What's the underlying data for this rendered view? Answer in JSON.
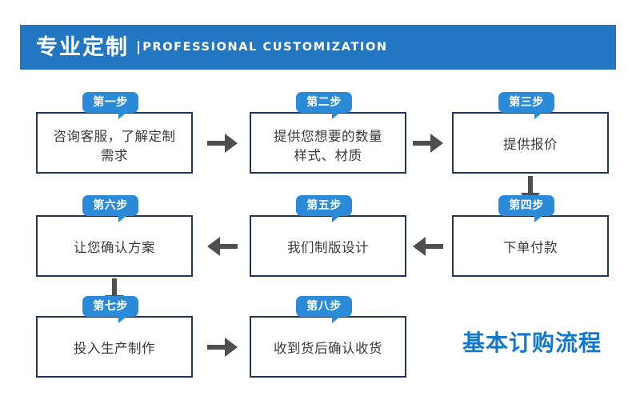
{
  "header": {
    "title_cn": "专业定制",
    "separator": "|",
    "title_en": "PROFESSIONAL CUSTOMIZATION",
    "background_color": "#2377c2",
    "text_color": "#ffffff"
  },
  "theme": {
    "badge_blue": "#2c8bd8",
    "box_border_navy": "#21365f",
    "arrow_gray": "#4f4f4f",
    "caption_blue": "#1477c9",
    "body_text": "#3a3a3a"
  },
  "flow": {
    "caption": "基本订购流程",
    "steps": [
      {
        "badge": "第一步",
        "text": "咨询客服，了解定制\n需求"
      },
      {
        "badge": "第二步",
        "text": "提供您想要的数量\n样式、材质"
      },
      {
        "badge": "第三步",
        "text": "提供报价"
      },
      {
        "badge": "第四步",
        "text": "下单付款"
      },
      {
        "badge": "第五步",
        "text": "我们制版设计"
      },
      {
        "badge": "第六步",
        "text": "让您确认方案"
      },
      {
        "badge": "第七步",
        "text": "投入生产制作"
      },
      {
        "badge": "第八步",
        "text": "收到货后确认收货"
      }
    ],
    "connectors": [
      {
        "name": "arrow-step1-to-step2",
        "direction": "right"
      },
      {
        "name": "arrow-step2-to-step3",
        "direction": "right"
      },
      {
        "name": "arrow-step3-to-step4",
        "direction": "down"
      },
      {
        "name": "arrow-step4-to-step5",
        "direction": "left"
      },
      {
        "name": "arrow-step5-to-step6",
        "direction": "left"
      },
      {
        "name": "arrow-step6-to-step7",
        "direction": "down"
      },
      {
        "name": "arrow-step7-to-step8",
        "direction": "right"
      }
    ]
  }
}
